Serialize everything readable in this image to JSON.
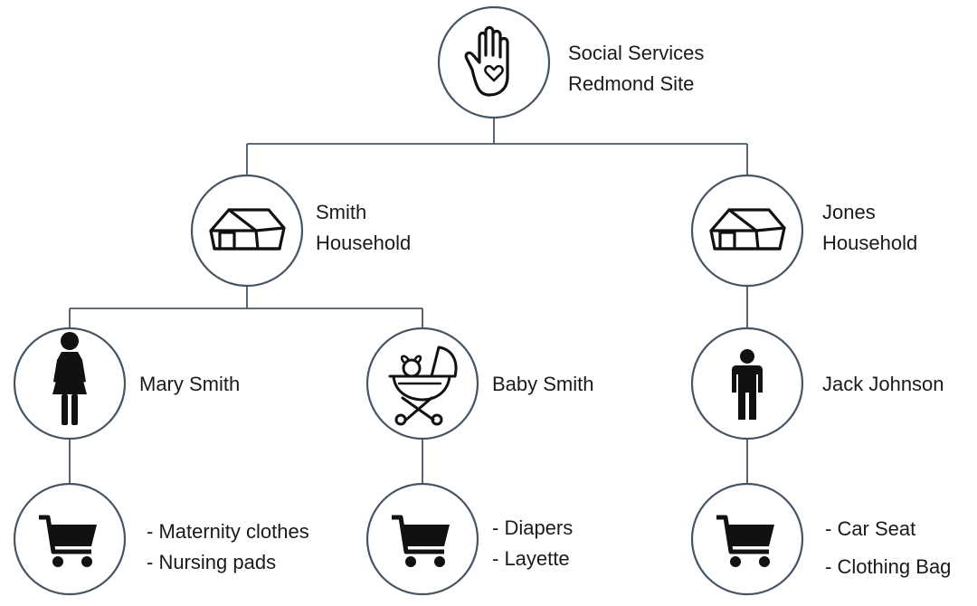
{
  "colors": {
    "outline": "#475463",
    "icon": "#111111",
    "text": "#1a1a1a",
    "background": "#ffffff"
  },
  "root": {
    "icon": "hand-heart-icon",
    "lines": [
      "Social Services",
      "Redmond Site"
    ]
  },
  "households": [
    {
      "icon": "house-icon",
      "lines": [
        "Smith",
        "Household"
      ],
      "members": [
        {
          "icon": "woman-icon",
          "name": "Mary Smith",
          "cart_icon": "shopping-cart-icon",
          "items": [
            "- Maternity clothes",
            "- Nursing pads"
          ]
        },
        {
          "icon": "baby-stroller-icon",
          "name": "Baby Smith",
          "cart_icon": "shopping-cart-icon",
          "items": [
            "- Diapers",
            "- Layette"
          ]
        }
      ]
    },
    {
      "icon": "house-icon",
      "lines": [
        "Jones",
        "Household"
      ],
      "members": [
        {
          "icon": "man-icon",
          "name": "Jack Johnson",
          "cart_icon": "shopping-cart-icon",
          "items": [
            "- Car Seat",
            "- Clothing Bag"
          ]
        }
      ]
    }
  ]
}
